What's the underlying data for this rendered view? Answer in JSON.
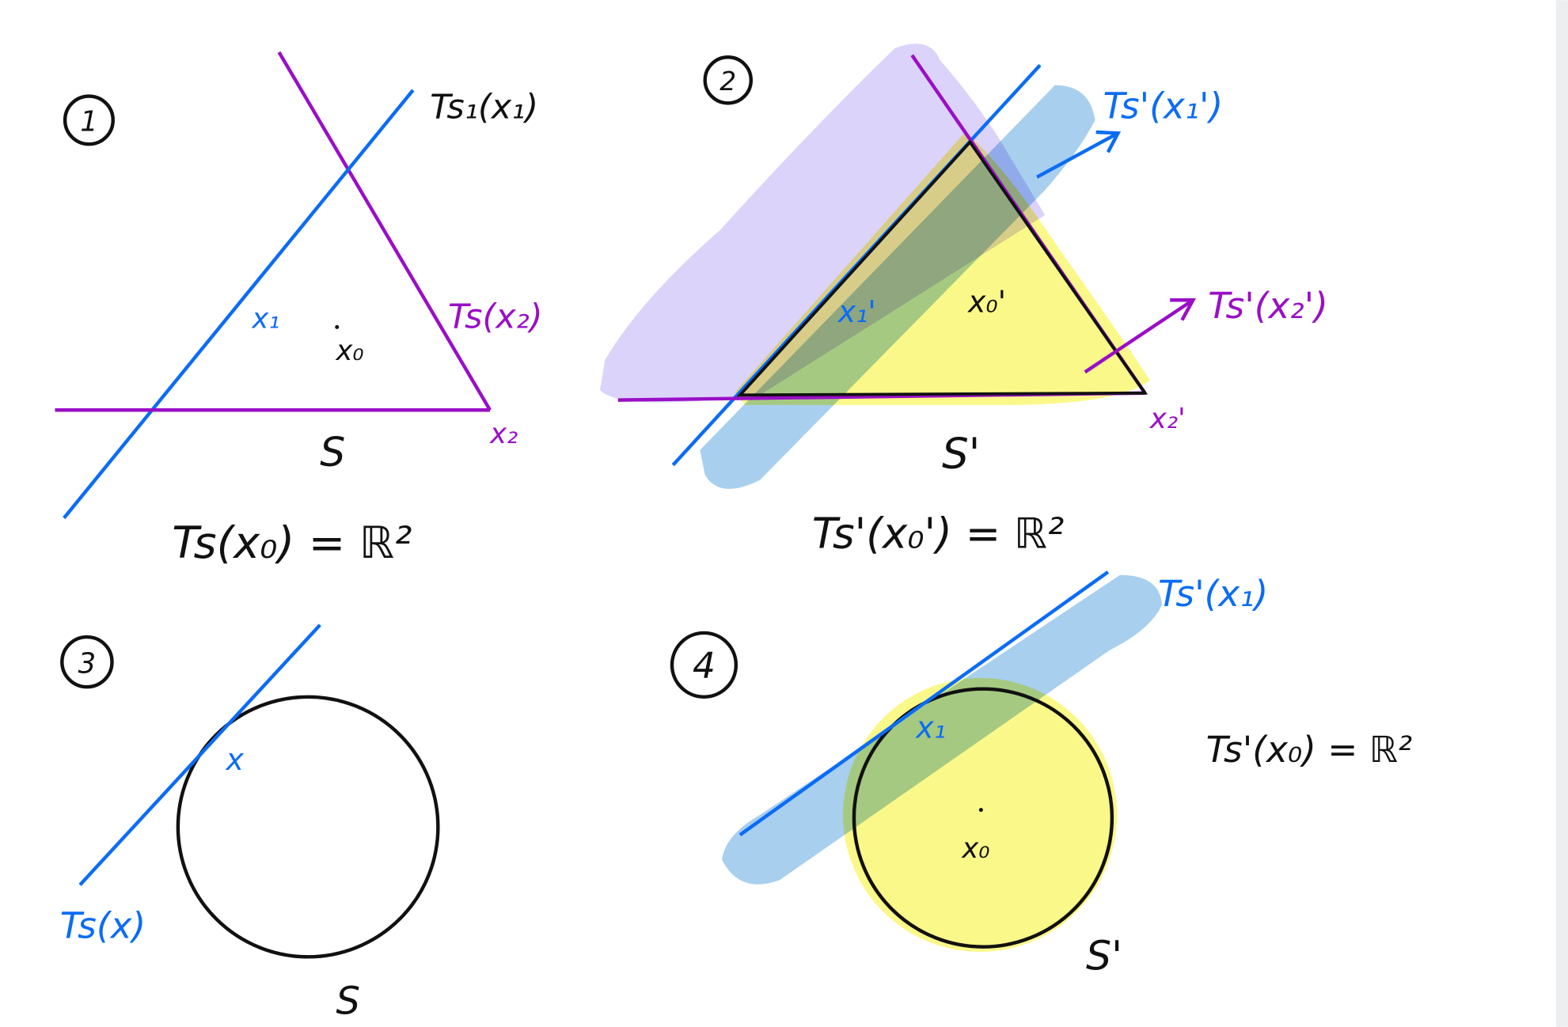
{
  "colors": {
    "blue": "#0b6cf5",
    "purple": "#9a0fc6",
    "ink": "#111111",
    "wash_purple": "#dcd3fb",
    "wash_blue": "#a8cfee",
    "wash_yellow": "#fbf88a"
  },
  "panel1": {
    "number": "1",
    "label_tangent_x1": "Ts₁(x₁)",
    "label_x1": "x₁",
    "label_x0": "x₀",
    "label_tangent_x2": "Ts(x₂)",
    "label_x2": "x₂",
    "label_set": "S",
    "equation": "Ts(x₀) = ℝ²"
  },
  "panel2": {
    "number": "2",
    "label_tangent_x1": "Ts'(x₁')",
    "label_tangent_x2": "Ts'(x₂')",
    "label_x1": "x₁'",
    "label_x0": "x₀'",
    "label_x2": "x₂'",
    "label_set": "S'",
    "equation": "Ts'(x₀') = ℝ²"
  },
  "panel3": {
    "number": "3",
    "label_x": "x",
    "label_tangent": "Ts(x)",
    "label_set": "S"
  },
  "panel4": {
    "number": "4",
    "label_tangent_x1": "Ts'(x₁)",
    "label_x1": "x₁",
    "label_x0": "x₀",
    "equation": "Ts'(x₀) = ℝ²",
    "label_set": "S'"
  }
}
